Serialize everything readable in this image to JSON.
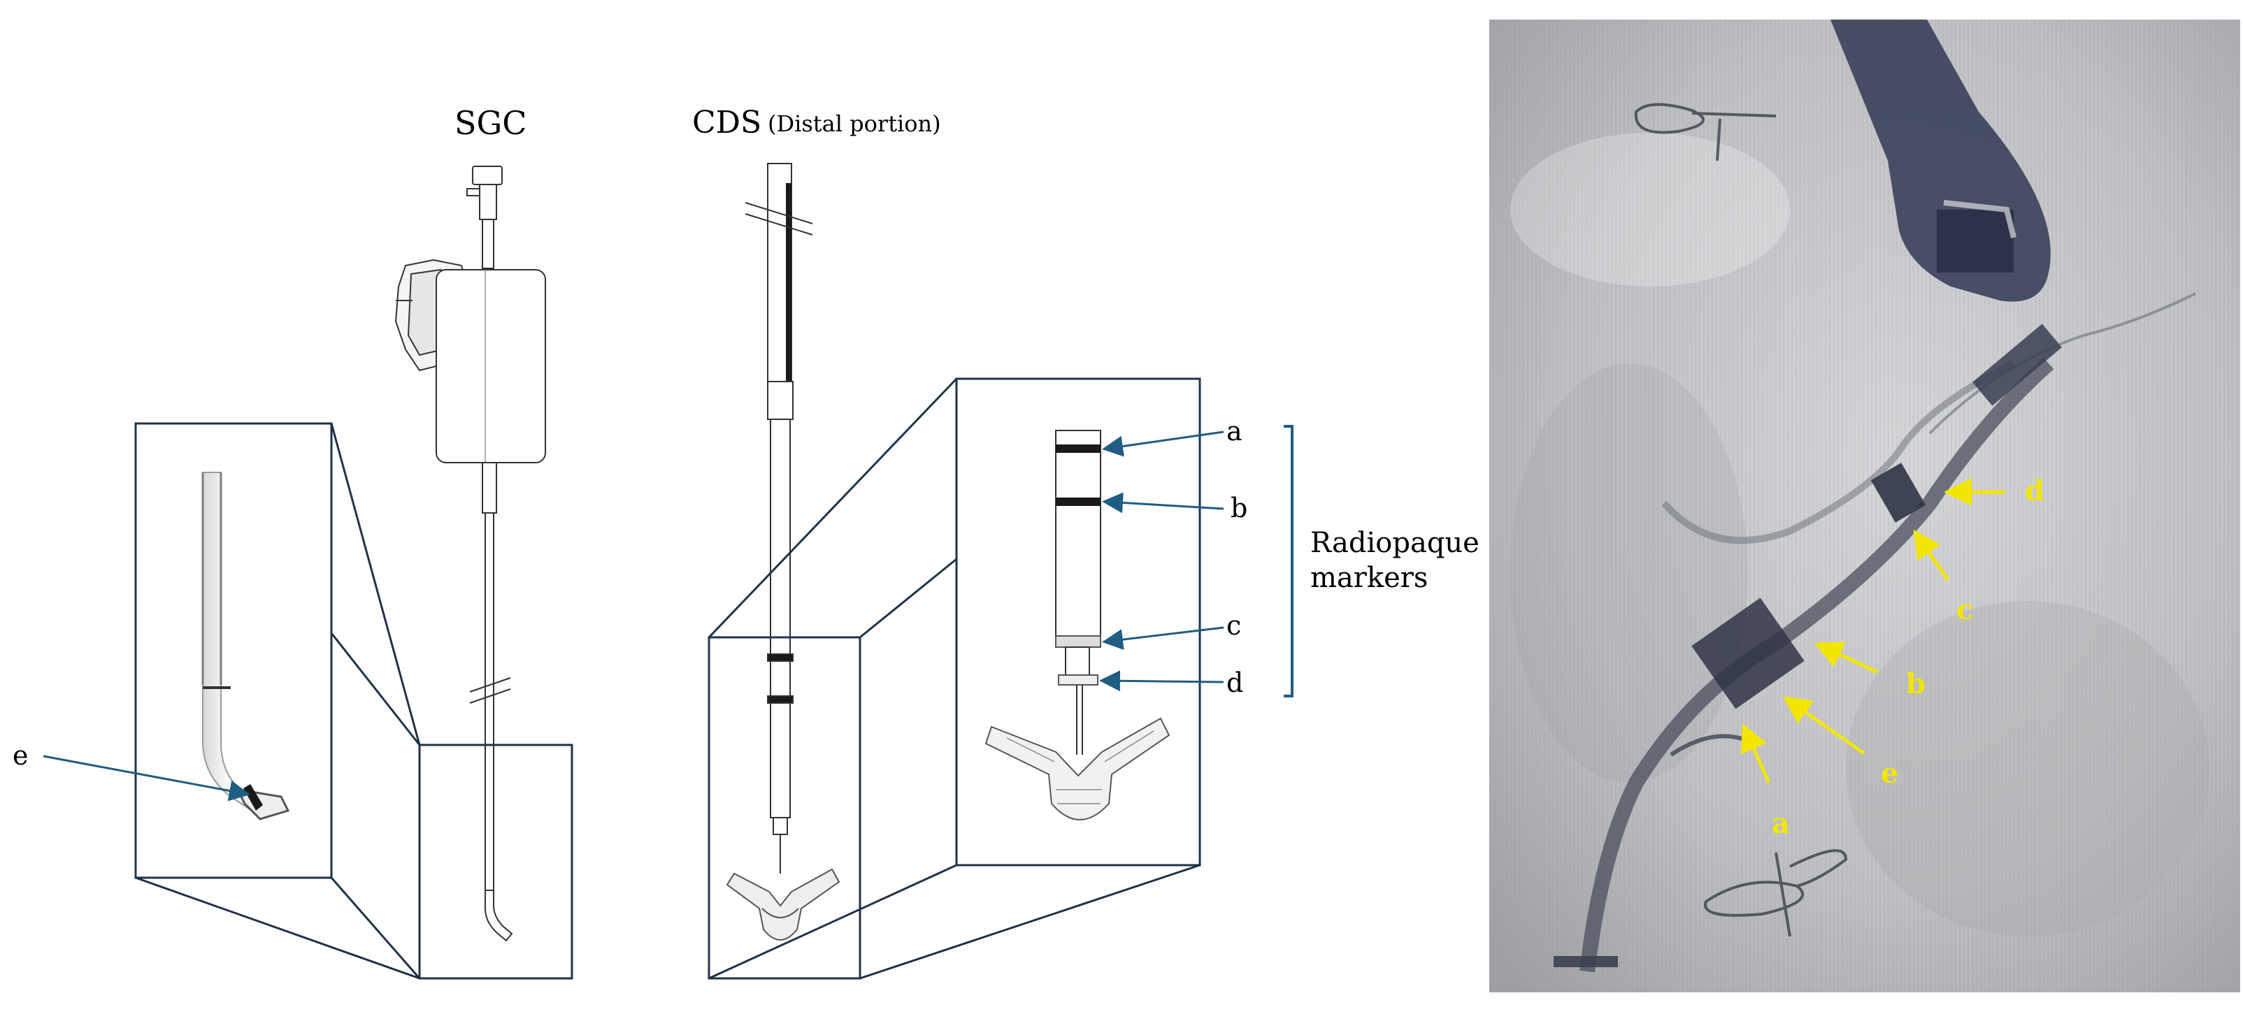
{
  "figure": {
    "sgc_title": "SGC",
    "cds_title_main": "CDS",
    "cds_title_sub": "(Distal portion)",
    "markers_label_line1": "Radiopaque",
    "markers_label_line2": "markers"
  },
  "diagram_labels": {
    "a": "a",
    "b": "b",
    "c": "c",
    "d": "d",
    "e": "e"
  },
  "xray_labels": {
    "a": "a",
    "b": "b",
    "c": "c",
    "d": "d",
    "e": "e"
  },
  "colors": {
    "line": "#1f3347",
    "arrow_blue": "#1f5d82",
    "marker_black": "#1a1a1a",
    "xray_yellow": "#f2e600",
    "xray_bg": "#b7b8ba",
    "device_dark": "#2b3550"
  }
}
